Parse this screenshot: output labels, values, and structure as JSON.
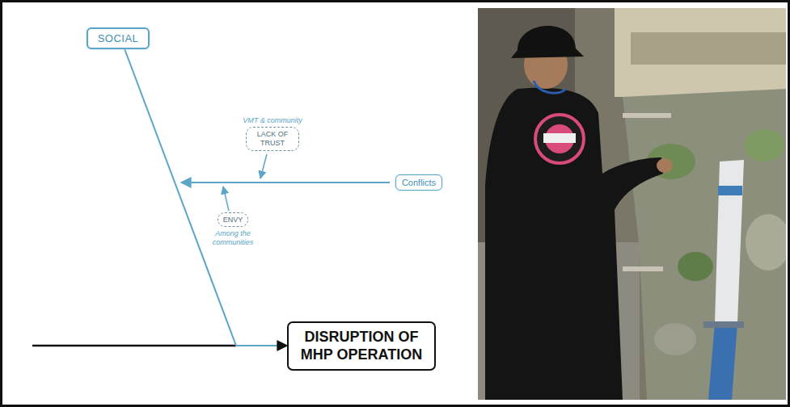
{
  "diagram": {
    "nodes": [
      {
        "text": [
          "SOCIAL"
        ]
      },
      {
        "text": [
          "Conflicts"
        ]
      },
      {
        "text": [
          "VMT & community",
          "LACK OF TRUST"
        ]
      },
      {
        "text": [
          "ENVY",
          "Among the communities"
        ]
      },
      {
        "text": [
          "DISRUPTION OF MHP OPERATION"
        ]
      }
    ],
    "edges": [
      {
        "from": 0,
        "to": 4,
        "arrow": "to"
      }
    ]
  }
}
